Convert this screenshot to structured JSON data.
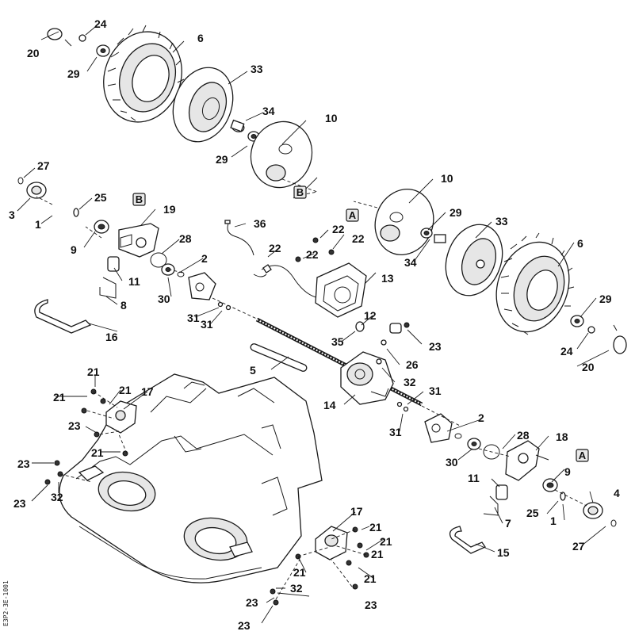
{
  "diagram": {
    "drawing_code": "E3P2-3E-1001",
    "callouts": [
      "1",
      "2",
      "3",
      "4",
      "5",
      "6",
      "7",
      "8",
      "9",
      "10",
      "11",
      "12",
      "13",
      "14",
      "15",
      "16",
      "17",
      "18",
      "19",
      "20",
      "21",
      "22",
      "23",
      "24",
      "25",
      "26",
      "27",
      "28",
      "29",
      "30",
      "31",
      "32",
      "33",
      "34",
      "35",
      "36"
    ],
    "reference_marks": [
      "A",
      "B"
    ]
  }
}
